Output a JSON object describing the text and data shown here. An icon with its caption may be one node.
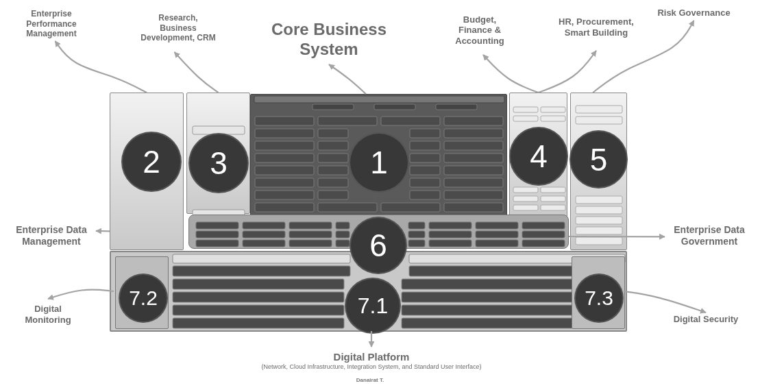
{
  "diagram": {
    "nodes": [
      {
        "text": [
          "Enterprise Performance Management"
        ]
      },
      {
        "text": [
          "Research, Business Development, CRM"
        ]
      },
      {
        "text": [
          "Core Business System"
        ]
      },
      {
        "text": [
          "Budget, Finance & Accounting"
        ]
      },
      {
        "text": [
          "HR, Procurement, Smart Building"
        ]
      },
      {
        "text": [
          "Risk Governance"
        ]
      },
      {
        "text": [],
        "shape": "box"
      },
      {
        "text": [
          "2"
        ],
        "in": 6
      },
      {
        "text": [],
        "shape": "box"
      },
      {
        "text": [
          "3"
        ],
        "in": 8
      },
      {
        "text": [],
        "shape": "box"
      },
      {
        "text": [
          "1"
        ],
        "in": 10
      },
      {
        "text": [],
        "shape": "box"
      },
      {
        "text": [
          "4"
        ],
        "in": 12
      },
      {
        "text": [],
        "shape": "box"
      },
      {
        "text": [
          "5"
        ],
        "in": 14
      },
      {
        "text": [
          "Enterprise Data Management"
        ]
      },
      {
        "text": [],
        "shape": "box"
      },
      {
        "text": [
          "6"
        ]
      },
      {
        "text": [
          "Enterprise Data Government"
        ]
      },
      {
        "text": [],
        "shape": "box"
      },
      {
        "text": [],
        "shape": "box",
        "in": 20
      },
      {
        "text": [
          "7.2"
        ],
        "in": 21
      },
      {
        "text": [
          "7.1"
        ],
        "in": 20
      },
      {
        "text": [],
        "shape": "box",
        "in": 20
      },
      {
        "text": [
          "7.3"
        ],
        "in": 24
      },
      {
        "text": [
          "Digital Monitoring"
        ]
      },
      {
        "text": [
          "Digital Security"
        ]
      },
      {
        "text": [
          "Digital Platform",
          "(Network, Cloud Infrastructure, Integration System, and Standard User Interface)"
        ]
      }
    ],
    "edges": [
      {
        "from": 6,
        "to": 0,
        "arrow": "to"
      },
      {
        "from": 8,
        "to": 1,
        "arrow": "to"
      },
      {
        "from": 10,
        "to": 2,
        "arrow": "to"
      },
      {
        "from": 12,
        "to": 3,
        "arrow": "to"
      },
      {
        "from": 12,
        "to": 4,
        "arrow": "to"
      },
      {
        "from": 14,
        "to": 5,
        "arrow": "to"
      },
      {
        "from": 6,
        "to": 16,
        "arrow": "to"
      },
      {
        "from": 17,
        "to": 19,
        "arrow": "to"
      },
      {
        "from": 21,
        "to": 26,
        "arrow": "to"
      },
      {
        "from": 24,
        "to": 27,
        "arrow": "to"
      },
      {
        "from": 23,
        "to": 28,
        "arrow": "to"
      }
    ],
    "labels": [
      "Danairat T."
    ]
  }
}
